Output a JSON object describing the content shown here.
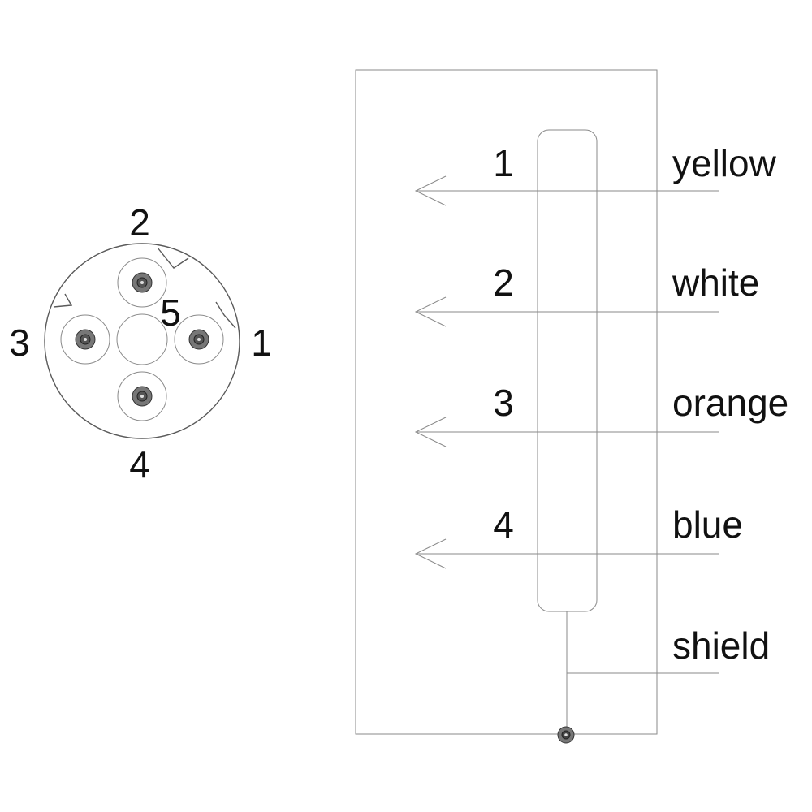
{
  "connector": {
    "pins": [
      {
        "label": "1"
      },
      {
        "label": "2"
      },
      {
        "label": "3"
      },
      {
        "label": "4"
      },
      {
        "label": "5"
      }
    ]
  },
  "wiring": {
    "wires": [
      {
        "number": "1",
        "color_name": "yellow"
      },
      {
        "number": "2",
        "color_name": "white"
      },
      {
        "number": "3",
        "color_name": "orange"
      },
      {
        "number": "4",
        "color_name": "blue"
      }
    ],
    "shield_label": "shield"
  }
}
